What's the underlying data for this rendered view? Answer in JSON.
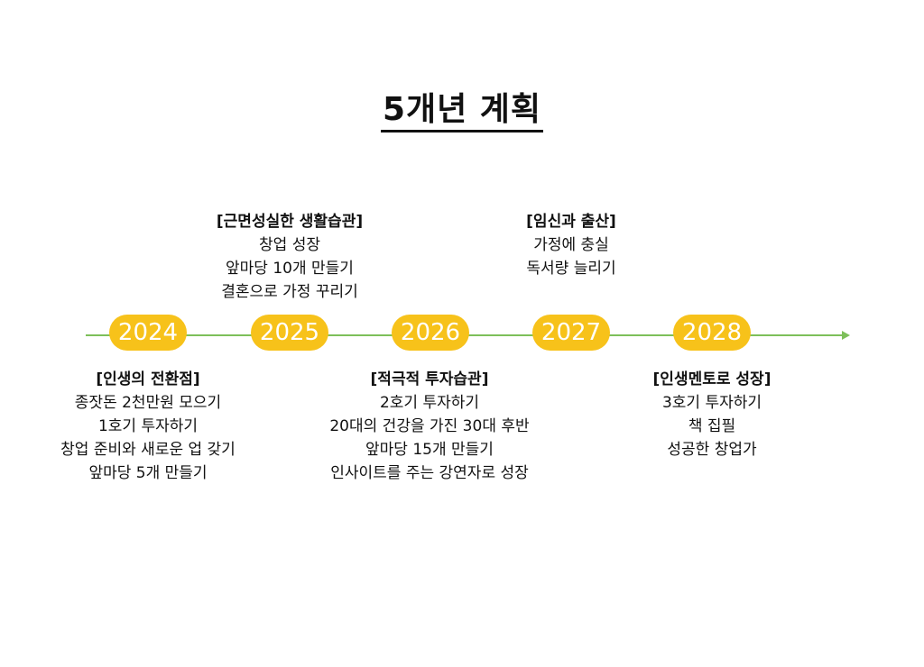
{
  "title": "5개년 계획",
  "years": [
    "2024",
    "2025",
    "2026",
    "2027",
    "2028"
  ],
  "milestones": [
    {
      "year": "2024",
      "heading": "[인생의 전환점]",
      "items": [
        "종잣돈 2천만원 모으기",
        "1호기 투자하기",
        "창업 준비와 새로운 업 갖기",
        "앞마당 5개 만들기"
      ]
    },
    {
      "year": "2025",
      "heading": "[근면성실한 생활습관]",
      "items": [
        "창업 성장",
        "앞마당 10개 만들기",
        "결혼으로 가정 꾸리기"
      ]
    },
    {
      "year": "2026",
      "heading": "[적극적 투자습관]",
      "items": [
        "2호기 투자하기",
        "20대의 건강을 가진 30대 후반",
        "앞마당 15개 만들기",
        "인사이트를 주는 강연자로 성장"
      ]
    },
    {
      "year": "2027",
      "heading": "[임신과 출산]",
      "items": [
        "가정에 충실",
        "독서량 늘리기"
      ]
    },
    {
      "year": "2028",
      "heading": "[인생멘토로 성장]",
      "items": [
        "3호기 투자하기",
        "책 집필",
        "성공한 창업가"
      ]
    }
  ],
  "colors": {
    "pill": "#f7c21a",
    "line": "#7dbf5a"
  }
}
